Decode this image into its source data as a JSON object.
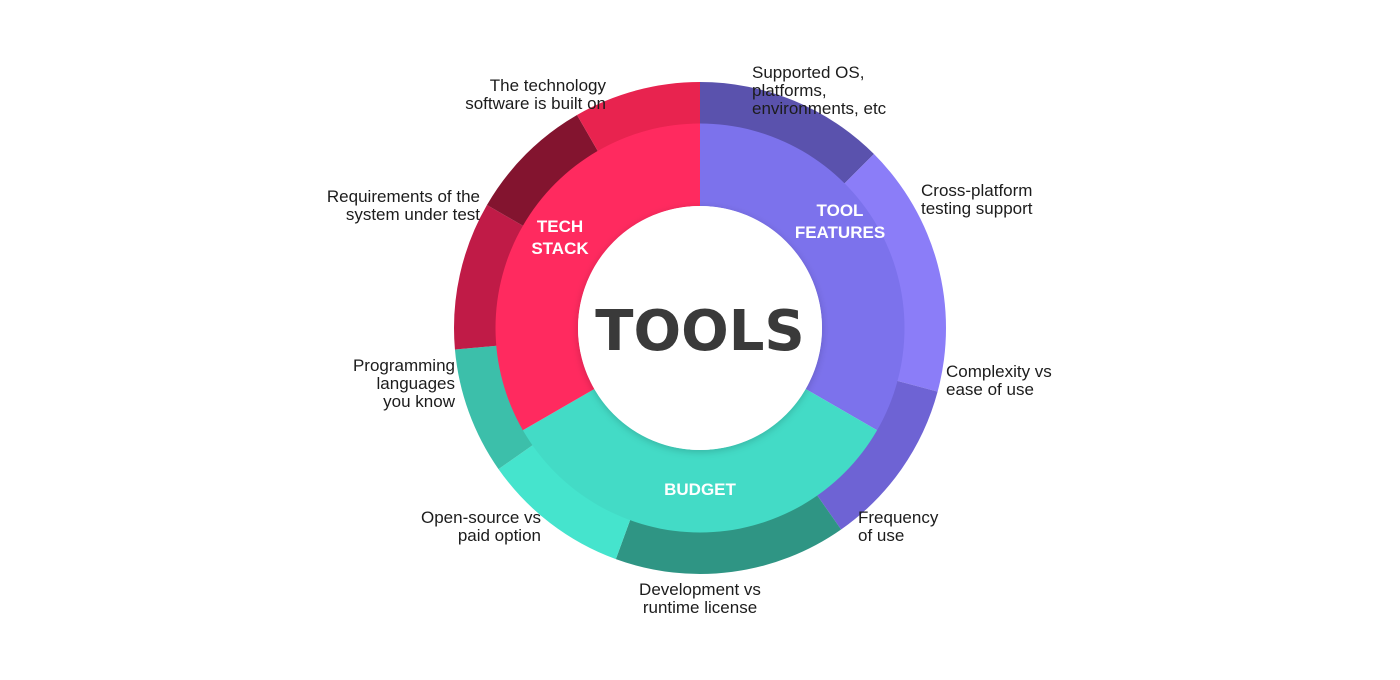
{
  "center": {
    "title": "TOOLS"
  },
  "sections": [
    {
      "label": [
        "TECH",
        "STACK"
      ],
      "color": "#ff2a5f"
    },
    {
      "label": [
        "TOOL",
        "FEATURES"
      ],
      "color": "#7c72ec"
    },
    {
      "label": [
        "BUDGET"
      ],
      "color": "#43dbc6"
    }
  ],
  "outer_segments": [
    {
      "label": [
        "The technology",
        "software is built on"
      ],
      "color": "#e8234f"
    },
    {
      "label": [
        "Requirements of the",
        "system under test"
      ],
      "color": "#83142f"
    },
    {
      "label": [
        "Programming",
        "languages",
        "you know"
      ],
      "color": "#c01b47"
    },
    {
      "label": [
        "Supported OS,",
        "platforms,",
        "environments, etc"
      ],
      "color": "#5a52ad"
    },
    {
      "label": [
        "Cross-platform",
        "testing support"
      ],
      "color": "#8b7df8"
    },
    {
      "label": [
        "Complexity vs",
        "ease of use"
      ],
      "color": "#6e63d4"
    },
    {
      "label": [
        "Open-source vs",
        "paid option"
      ],
      "color": "#3cbfaa"
    },
    {
      "label": [
        "Development vs",
        "runtime license"
      ],
      "color": "#45e4cd"
    },
    {
      "label": [
        "Frequency",
        "of use"
      ],
      "color": "#2f9584"
    }
  ],
  "colors": {
    "center_fill": "#ffffff",
    "center_text": "#3a3a3a",
    "section_text": "#ffffff",
    "label_text": "#1c1c1c"
  }
}
